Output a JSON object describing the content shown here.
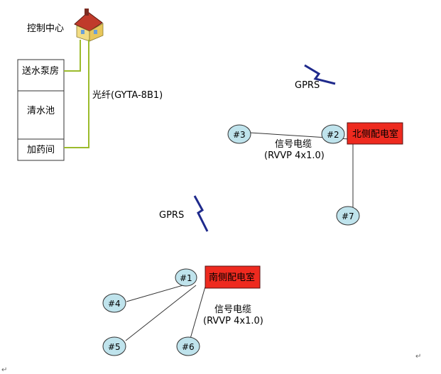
{
  "control_center": {
    "label": "控制中心",
    "icon": "house-icon"
  },
  "facility": {
    "rooms": [
      "送水泵房",
      "清水池",
      "加药间"
    ]
  },
  "fiber": {
    "label": "光纤(GYTA-8B1)",
    "color": "#9bbb2c"
  },
  "gprs_north": {
    "label": "GPRS"
  },
  "gprs_south": {
    "label": "GPRS"
  },
  "north_station": {
    "label": "北侧配电室",
    "color": "#ee2a1f"
  },
  "south_station": {
    "label": "南侧配电室",
    "color": "#ee2a1f"
  },
  "nodes": {
    "n1": "#1",
    "n2": "#2",
    "n3": "#3",
    "n4": "#4",
    "n5": "#5",
    "n6": "#6",
    "n7": "#7",
    "fill": "#bfe3ec"
  },
  "cable_north": {
    "line1": "信号电缆",
    "line2": "(RVVP 4x1.0)"
  },
  "cable_south": {
    "line1": "信号电缆",
    "line2": "(RVVP 4x1.0)"
  },
  "return_marks": [
    "↵",
    "↵"
  ],
  "lightning_color": "#1f2a8c"
}
